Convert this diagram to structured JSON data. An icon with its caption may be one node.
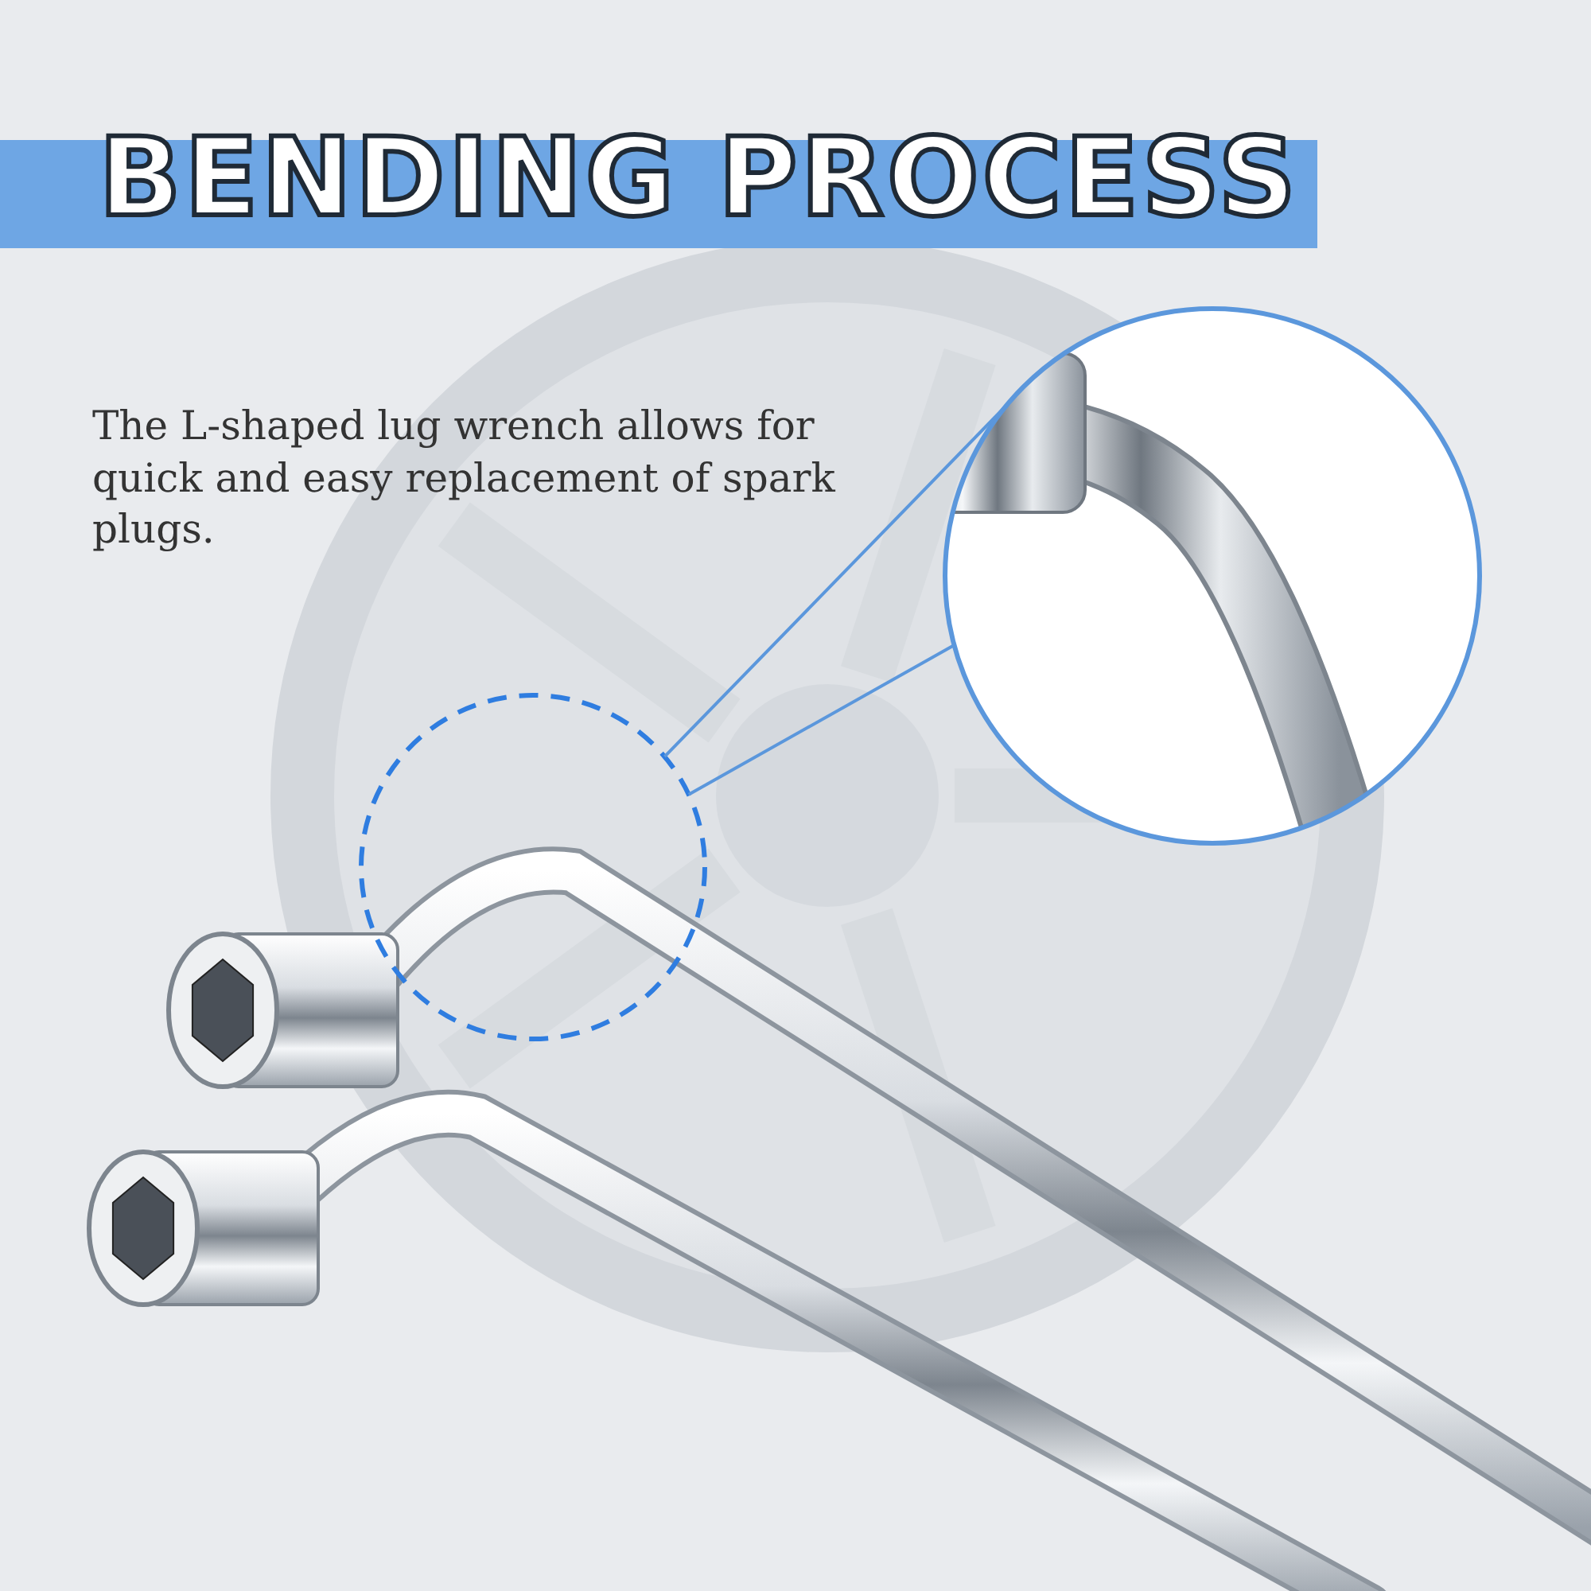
{
  "diagram": {
    "title": "BENDING PROCESS",
    "nodes": [
      {
        "text": [],
        "shape": "circle"
      },
      {
        "text": [],
        "shape": "picture"
      }
    ],
    "edges": [
      {
        "from": 0,
        "to": 1,
        "arrow": "none"
      },
      {
        "from": 0,
        "to": 1,
        "arrow": "none"
      }
    ],
    "labels": [
      "The L-shaped lug wrench allows for quick and easy replacement of spark plugs."
    ]
  }
}
